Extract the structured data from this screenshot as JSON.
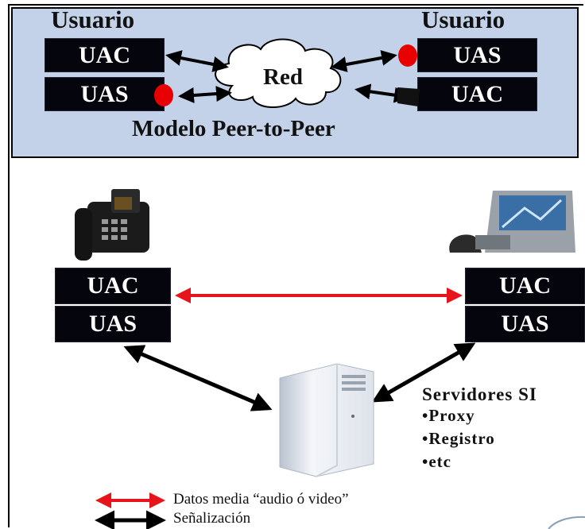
{
  "peer_panel": {
    "user_left": "Usuario",
    "user_right": "Usuario",
    "left_top": "UAC",
    "left_bottom": "UAS",
    "right_top": "UAS",
    "right_bottom": "UAC",
    "cloud": "Red",
    "caption": "Modelo Peer-to-Peer"
  },
  "server_model": {
    "left_top": "UAC",
    "left_bottom": "UAS",
    "right_top": "UAC",
    "right_bottom": "UAS",
    "servers_title": "Servidores SI",
    "servers": [
      "•Proxy",
      "•Registro",
      "•etc"
    ]
  },
  "legend": {
    "media": "Datos media “audio ó video”",
    "signal": "Señalización"
  },
  "colors": {
    "panel_bg": "#c3d2e8",
    "box_bg": "#05060d",
    "media_arrow": "#e8141c",
    "signal_arrow": "#000000",
    "endpoint_dot": "#e80000"
  },
  "icons": [
    "telephone-icon-left",
    "video-phone-icon-right",
    "server-tower-icon"
  ]
}
